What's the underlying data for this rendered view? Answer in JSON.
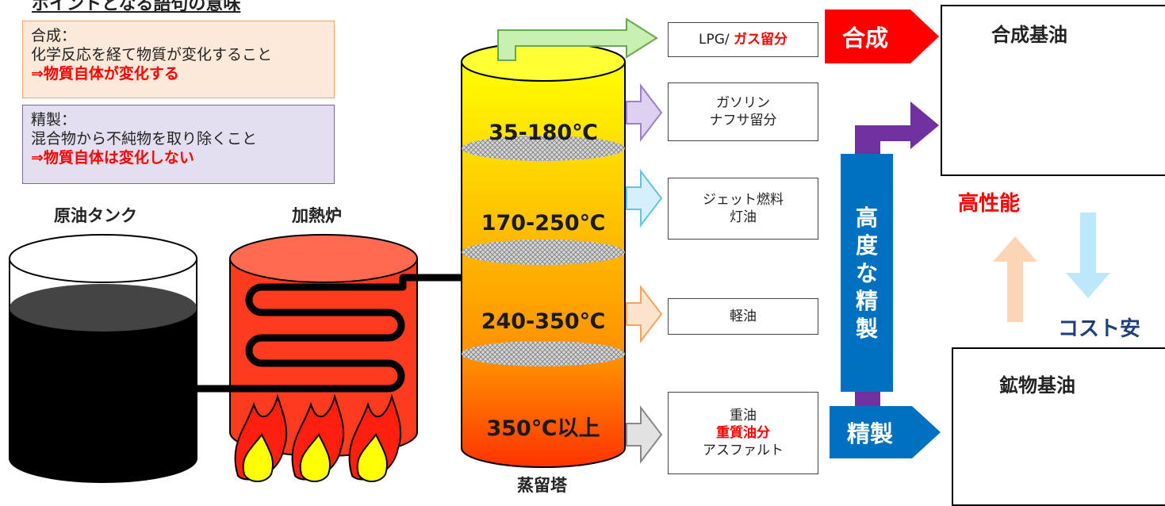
{
  "header": {
    "title": "ポイントとなる語句の意味"
  },
  "definitions": [
    {
      "term": "合成：",
      "meaning": "化学反応を経て物質が変化すること",
      "result": "⇒物質自体が変化する"
    },
    {
      "term": "精製：",
      "meaning": "混合物から不純物を取り除くこと",
      "result": "⇒物質自体は変化しない"
    }
  ],
  "equipment": {
    "crude_tank": "原油タンク",
    "furnace": "加熱炉",
    "tower": "蒸留塔"
  },
  "temperatures": [
    "35-180℃",
    "170-250℃",
    "240-350℃",
    "350℃以上"
  ],
  "fractions": {
    "lpg_prefix": "LPG/ ",
    "lpg_red": "ガス留分",
    "gasoline_1": "ガソリン",
    "gasoline_2": "ナフサ留分",
    "jet_1": "ジェット燃料",
    "jet_2": "灯油",
    "diesel": "軽油",
    "heavy_1": "重油",
    "heavy_2": "重質油分",
    "heavy_3": "アスファルト"
  },
  "processes": {
    "synthesis": "合成",
    "refining": "精製",
    "advanced": [
      "高",
      "度",
      "な",
      "精",
      "製"
    ]
  },
  "products": {
    "synthetic": "合成基油",
    "mineral": "鉱物基油"
  },
  "performance": {
    "high": "高性能",
    "cost": "コスト安"
  },
  "colors": {
    "synthesis": "#ff0000",
    "refining": "#0070c0",
    "advanced_arrow": "#7030a0",
    "emphasis": "#ff0000"
  }
}
